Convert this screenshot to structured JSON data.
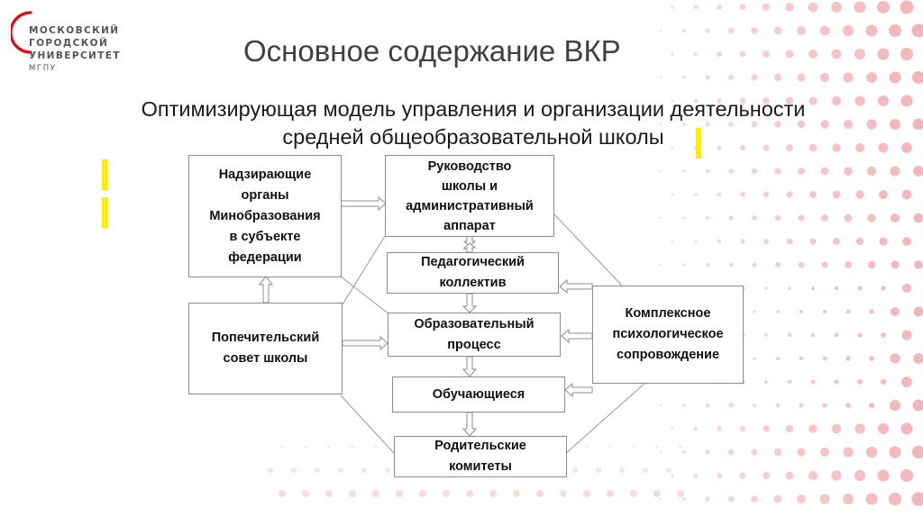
{
  "logo": {
    "lines": [
      "МОСКОВСКИЙ",
      "ГОРОДСКОЙ",
      "УНИВЕРСИТЕТ",
      "МГПУ"
    ],
    "accent_color": "#e30613"
  },
  "title": "Основное содержание ВКР",
  "subtitle": {
    "line1": "Оптимизирующая модель управления и организации деятельности",
    "line2": "средней общеобразовательной школы"
  },
  "diagram": {
    "nodes": {
      "supervisory": [
        "Надзирающие",
        "органы",
        "Минобразования",
        "в субъекте",
        "федерации"
      ],
      "management": [
        "Руководство",
        "школы и",
        "административный",
        "аппарат"
      ],
      "pedagogical": [
        "Педагогический",
        "коллектив"
      ],
      "trustees": [
        "Попечительский",
        "совет школы"
      ],
      "educational_process": [
        "Образовательный",
        "процесс"
      ],
      "psych_support": [
        "Комплексное",
        "психологическое",
        "сопровождение"
      ],
      "students": [
        "Обучающиеся"
      ],
      "parents": [
        "Родительские",
        "комитеты"
      ]
    }
  },
  "colors": {
    "highlight": "#ffee00",
    "dots": "#f2a7ad",
    "box_border": "#8c8c8c"
  }
}
